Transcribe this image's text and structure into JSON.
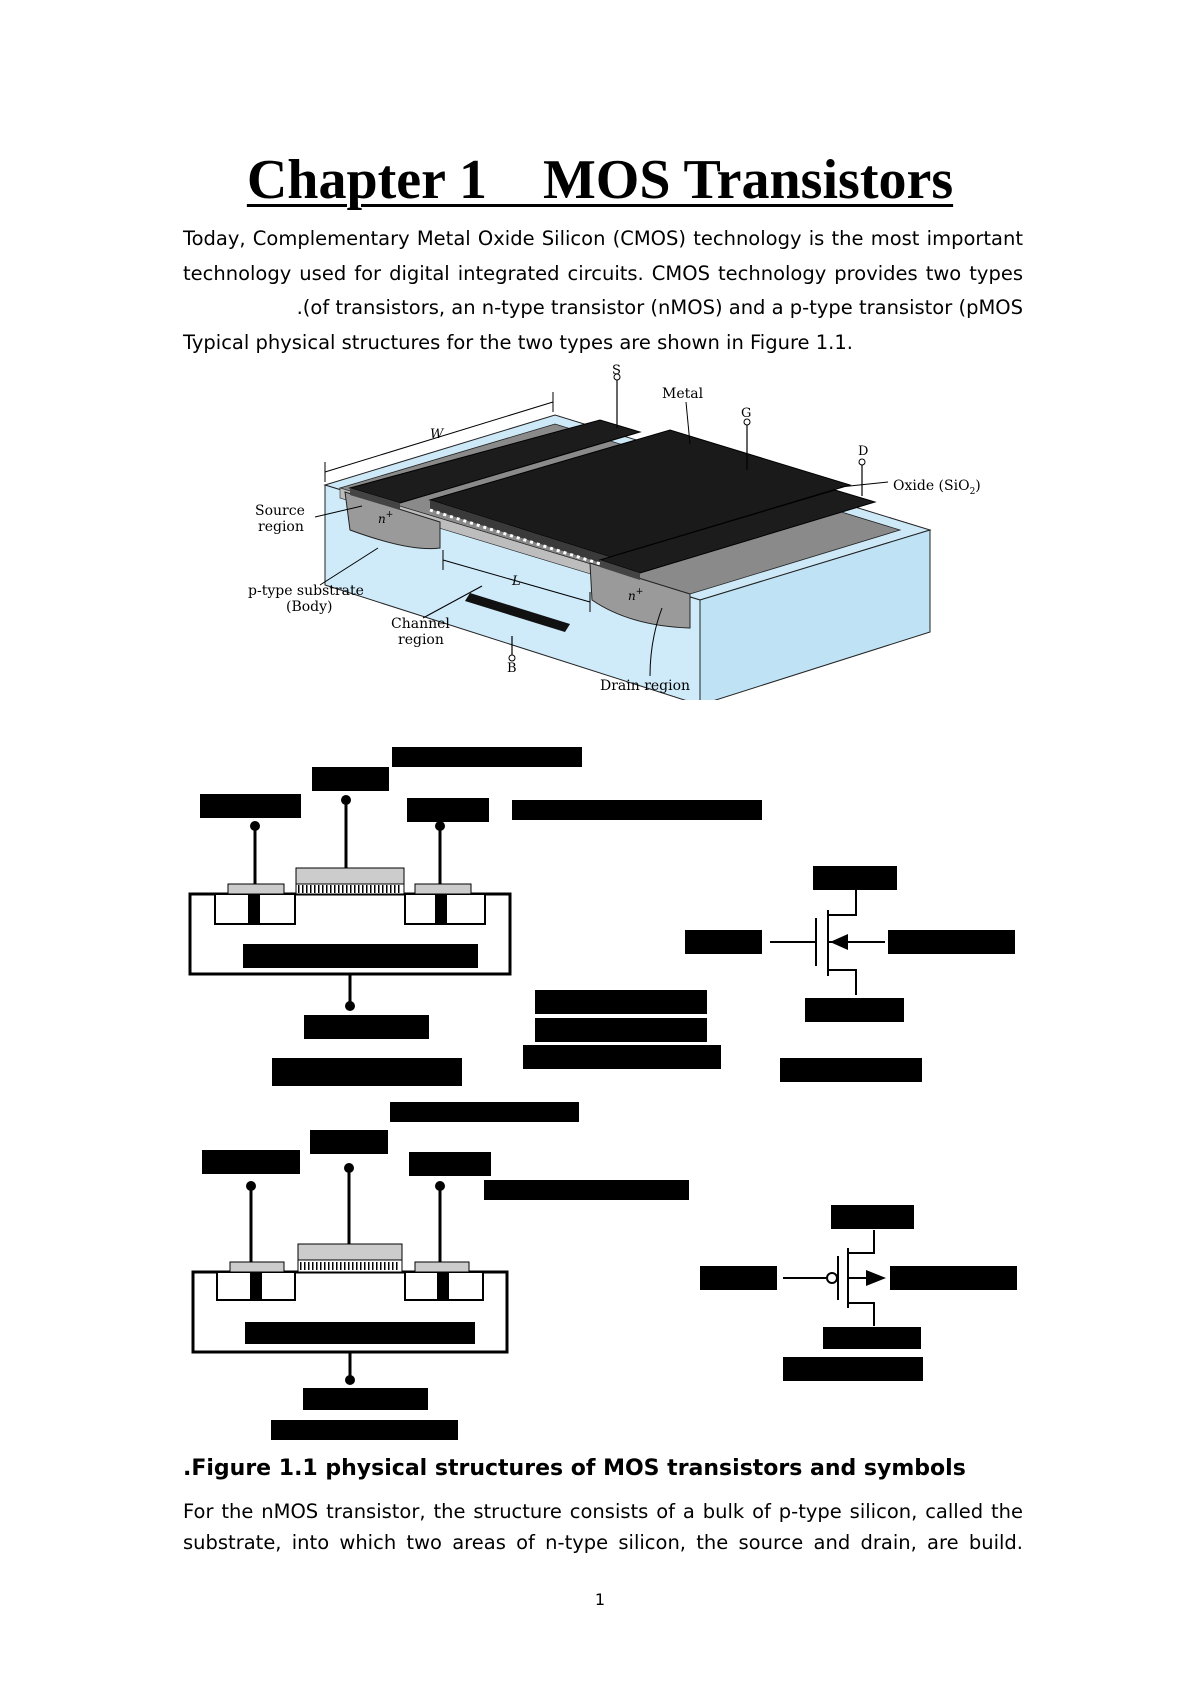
{
  "document": {
    "title": "Chapter 1    MOS Transistors",
    "intro_lines": [
      "Today, Complementary Metal Oxide Silicon (CMOS) technology is the most important",
      "technology used for digital integrated circuits. CMOS technology provides two types",
      ".(of transistors, an n-type transistor (nMOS) and a p-type transistor (pMOS",
      "Typical physical structures for the two types are shown in Figure 1.1."
    ],
    "figure_labels": {
      "s": "S",
      "metal": "Metal",
      "g": "G",
      "d": "D",
      "oxide": "Oxide (SiO",
      "oxide_sub": "2",
      "oxide_close": ")",
      "w": "W",
      "source_line1": "Source",
      "source_line2": "region",
      "n_plus": "n",
      "plus": "+",
      "ptype_line1": "p-type substrate",
      "ptype_line2": "(Body)",
      "l": "L",
      "channel_line1": "Channel",
      "channel_line2": "region",
      "b": "B",
      "drain": "Drain region"
    },
    "caption": ".Figure 1.1 physical structures of MOS transistors and symbols",
    "body_lines": [
      "For the nMOS transistor, the structure consists of a bulk of p-type silicon, called the",
      "substrate, into which two areas of n-type silicon, the source and drain, are build."
    ],
    "page_number": "1"
  }
}
